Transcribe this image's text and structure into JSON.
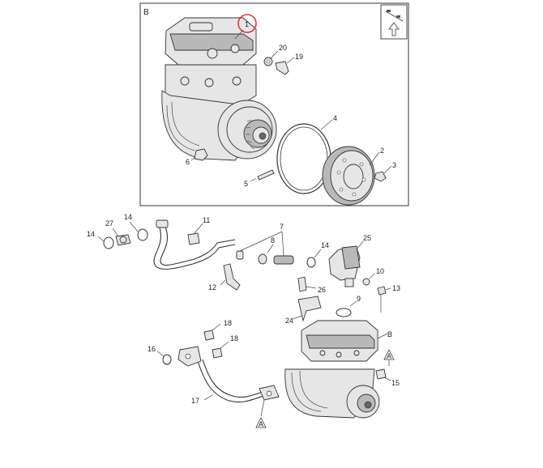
{
  "frame_top": {
    "view_letter": "B"
  },
  "highlight": {
    "part_number": "1",
    "color": "#d9363e"
  },
  "nav_icon": "arrow-up-icon",
  "callouts_top": [
    "20",
    "19",
    "4",
    "2",
    "3",
    "6",
    "5"
  ],
  "callouts_bottom": [
    "27",
    "14",
    "14",
    "11",
    "7",
    "8",
    "14",
    "25",
    "12",
    "26",
    "10",
    "13",
    "9",
    "24",
    "B",
    "18",
    "18",
    "16",
    "17",
    "15"
  ],
  "view_markers": {
    "marker_a_top": "A",
    "marker_a_bottom": "A"
  }
}
